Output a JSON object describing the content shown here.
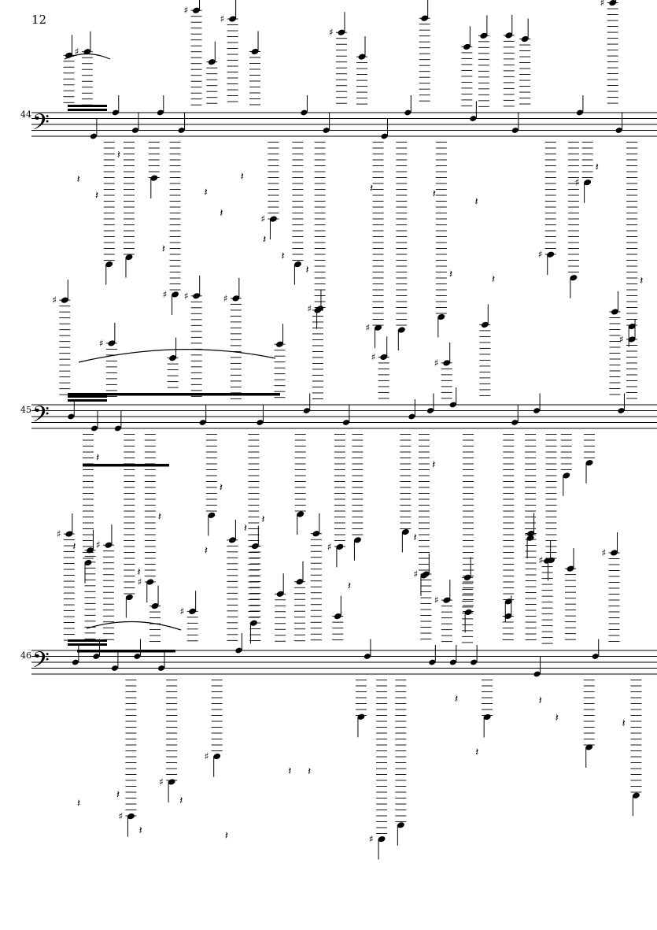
{
  "page": {
    "number": "12"
  },
  "systems": [
    {
      "measure": "44",
      "seed": 11
    },
    {
      "measure": "45",
      "seed": 23
    },
    {
      "measure": "46",
      "seed": 37
    }
  ],
  "colors": {
    "ink": "#000000",
    "paper": "#ffffff"
  }
}
